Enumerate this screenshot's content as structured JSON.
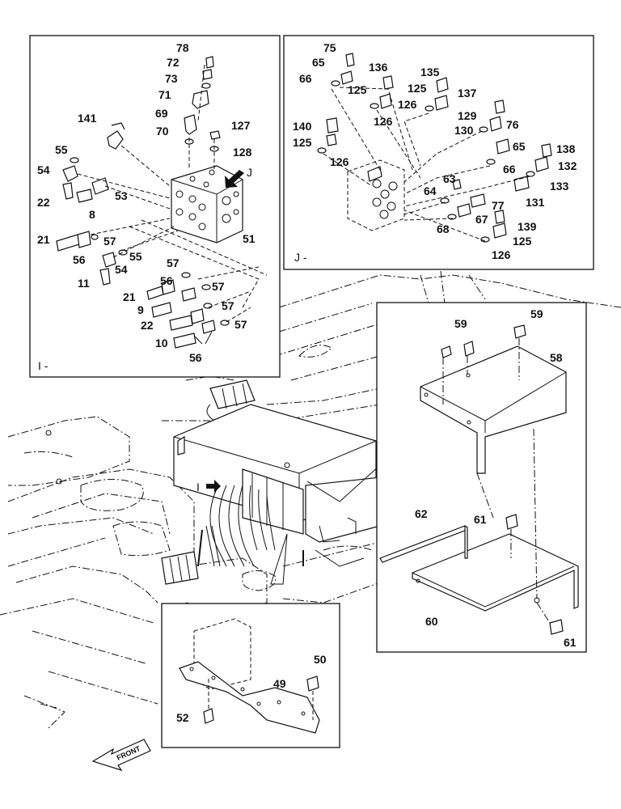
{
  "panels": {
    "I": {
      "label": "I -"
    },
    "J": {
      "label": "J -"
    }
  },
  "arrows": {
    "view_I": "I",
    "view_J": "J",
    "front": "FRONT"
  },
  "callouts_I": [
    {
      "id": "c78",
      "text": "78"
    },
    {
      "id": "c72",
      "text": "72"
    },
    {
      "id": "c73",
      "text": "73"
    },
    {
      "id": "c71",
      "text": "71"
    },
    {
      "id": "c69",
      "text": "69"
    },
    {
      "id": "c70",
      "text": "70"
    },
    {
      "id": "c127",
      "text": "127"
    },
    {
      "id": "c128",
      "text": "128"
    },
    {
      "id": "c141",
      "text": "141"
    },
    {
      "id": "c55a",
      "text": "55"
    },
    {
      "id": "c54a",
      "text": "54"
    },
    {
      "id": "c22a",
      "text": "22"
    },
    {
      "id": "c53",
      "text": "53"
    },
    {
      "id": "c8",
      "text": "8"
    },
    {
      "id": "c51",
      "text": "51"
    },
    {
      "id": "c21a",
      "text": "21"
    },
    {
      "id": "c57a",
      "text": "57"
    },
    {
      "id": "c56a",
      "text": "56"
    },
    {
      "id": "c54b",
      "text": "54"
    },
    {
      "id": "c55b",
      "text": "55"
    },
    {
      "id": "c11",
      "text": "11"
    },
    {
      "id": "c57b",
      "text": "57"
    },
    {
      "id": "c56b",
      "text": "56"
    },
    {
      "id": "c57c",
      "text": "57"
    },
    {
      "id": "c21b",
      "text": "21"
    },
    {
      "id": "c9",
      "text": "9"
    },
    {
      "id": "c57d",
      "text": "57"
    },
    {
      "id": "c22b",
      "text": "22"
    },
    {
      "id": "c57e",
      "text": "57"
    },
    {
      "id": "c10",
      "text": "10"
    },
    {
      "id": "c56c",
      "text": "56"
    }
  ],
  "callouts_J": [
    {
      "id": "c75",
      "text": "75"
    },
    {
      "id": "c65a",
      "text": "65"
    },
    {
      "id": "c66a",
      "text": "66"
    },
    {
      "id": "c136",
      "text": "136"
    },
    {
      "id": "c135",
      "text": "135"
    },
    {
      "id": "c125a",
      "text": "125"
    },
    {
      "id": "c125b",
      "text": "125"
    },
    {
      "id": "c126a",
      "text": "126"
    },
    {
      "id": "c137",
      "text": "137"
    },
    {
      "id": "c126b",
      "text": "126"
    },
    {
      "id": "c129",
      "text": "129"
    },
    {
      "id": "c140",
      "text": "140"
    },
    {
      "id": "c130",
      "text": "130"
    },
    {
      "id": "c76",
      "text": "76"
    },
    {
      "id": "c125c",
      "text": "125"
    },
    {
      "id": "c65b",
      "text": "65"
    },
    {
      "id": "c138",
      "text": "138"
    },
    {
      "id": "c126c",
      "text": "126"
    },
    {
      "id": "c66b",
      "text": "66"
    },
    {
      "id": "c132",
      "text": "132"
    },
    {
      "id": "c63",
      "text": "63"
    },
    {
      "id": "c133",
      "text": "133"
    },
    {
      "id": "c64",
      "text": "64"
    },
    {
      "id": "c131",
      "text": "131"
    },
    {
      "id": "c77",
      "text": "77"
    },
    {
      "id": "c67",
      "text": "67"
    },
    {
      "id": "c139",
      "text": "139"
    },
    {
      "id": "c68",
      "text": "68"
    },
    {
      "id": "c125d",
      "text": "125"
    },
    {
      "id": "c126d",
      "text": "126"
    }
  ],
  "callouts_main": [
    {
      "id": "c59a",
      "text": "59"
    },
    {
      "id": "c59b",
      "text": "59"
    },
    {
      "id": "c58",
      "text": "58"
    },
    {
      "id": "c62",
      "text": "62"
    },
    {
      "id": "c61a",
      "text": "61"
    },
    {
      "id": "c60",
      "text": "60"
    },
    {
      "id": "c61b",
      "text": "61"
    },
    {
      "id": "c50",
      "text": "50"
    },
    {
      "id": "c49",
      "text": "49"
    },
    {
      "id": "c52",
      "text": "52"
    }
  ]
}
